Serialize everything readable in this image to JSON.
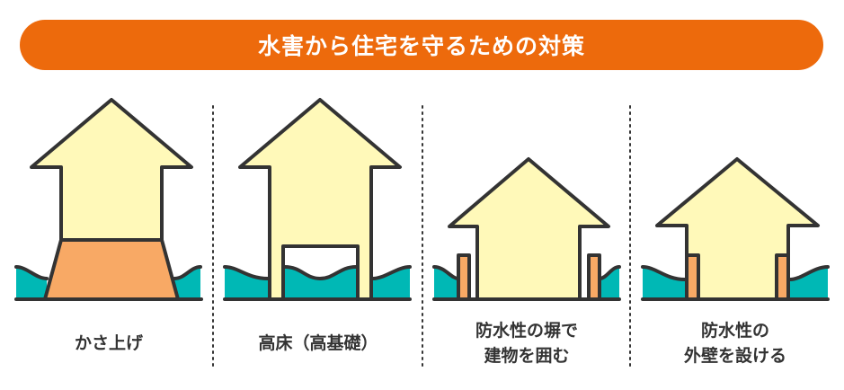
{
  "title": "水害から住宅を守るための対策",
  "colors": {
    "banner": "#ED6A0C",
    "house": "#FFF9B9",
    "foundation": "#F8A965",
    "water": "#00B8B5",
    "outline": "#333333"
  },
  "panels": [
    {
      "label_lines": [
        "かさ上げ"
      ],
      "icon": "raised-ground-house"
    },
    {
      "label_lines": [
        "高床（高基礎）"
      ],
      "icon": "raised-floor-house"
    },
    {
      "label_lines": [
        "防水性の塀で",
        "建物を囲む"
      ],
      "icon": "house-with-waterproof-wall"
    },
    {
      "label_lines": [
        "防水性の",
        "外壁を設ける"
      ],
      "icon": "house-with-waterproof-exterior"
    }
  ]
}
